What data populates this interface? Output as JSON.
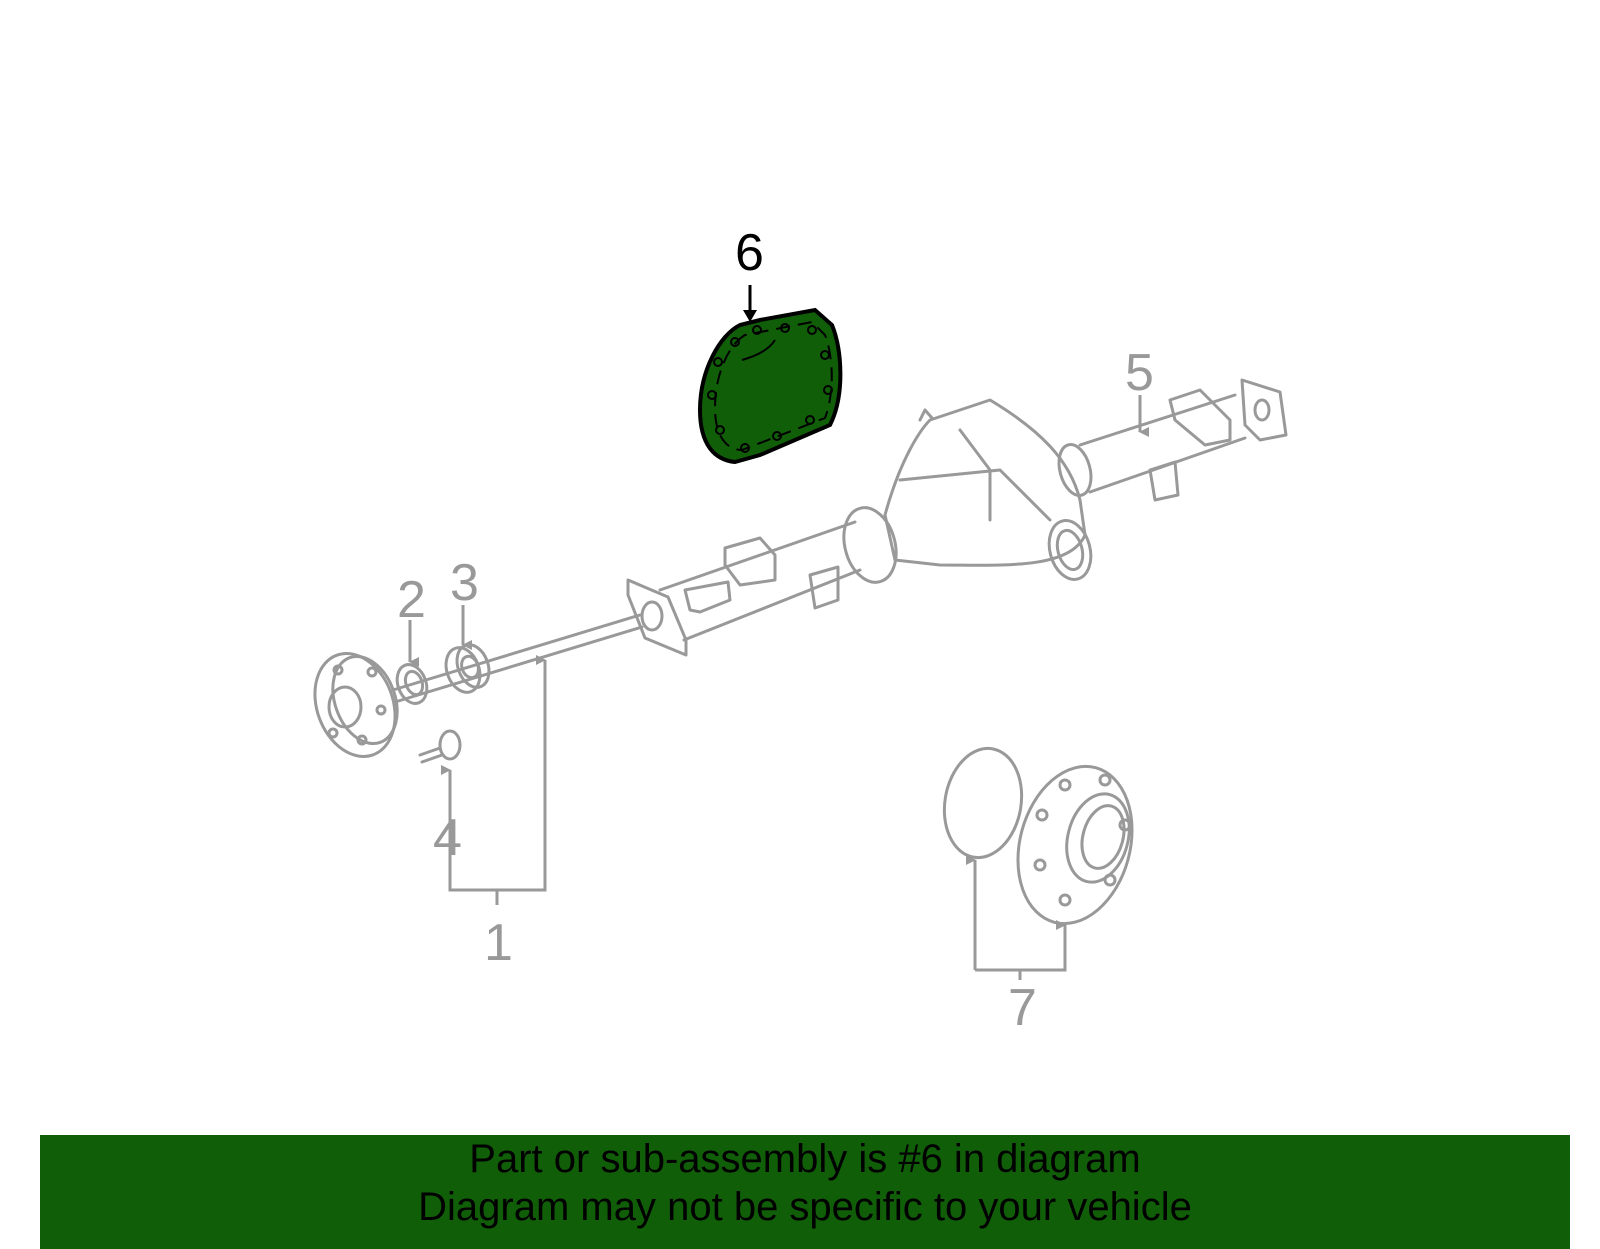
{
  "diagram": {
    "callouts": [
      {
        "id": "1",
        "label": "1",
        "highlighted": false
      },
      {
        "id": "2",
        "label": "2",
        "highlighted": false
      },
      {
        "id": "3",
        "label": "3",
        "highlighted": false
      },
      {
        "id": "4",
        "label": "4",
        "highlighted": false
      },
      {
        "id": "5",
        "label": "5",
        "highlighted": false
      },
      {
        "id": "6",
        "label": "6",
        "highlighted": true
      },
      {
        "id": "7",
        "label": "7",
        "highlighted": false
      }
    ],
    "colors": {
      "highlight_fill": "#115e09",
      "line_gray": "#999999",
      "highlight_text": "#000000"
    }
  },
  "banner": {
    "line1": "Part or sub-assembly is #6 in diagram",
    "line2": "Diagram may not be specific to your vehicle",
    "color": "#115e09"
  }
}
